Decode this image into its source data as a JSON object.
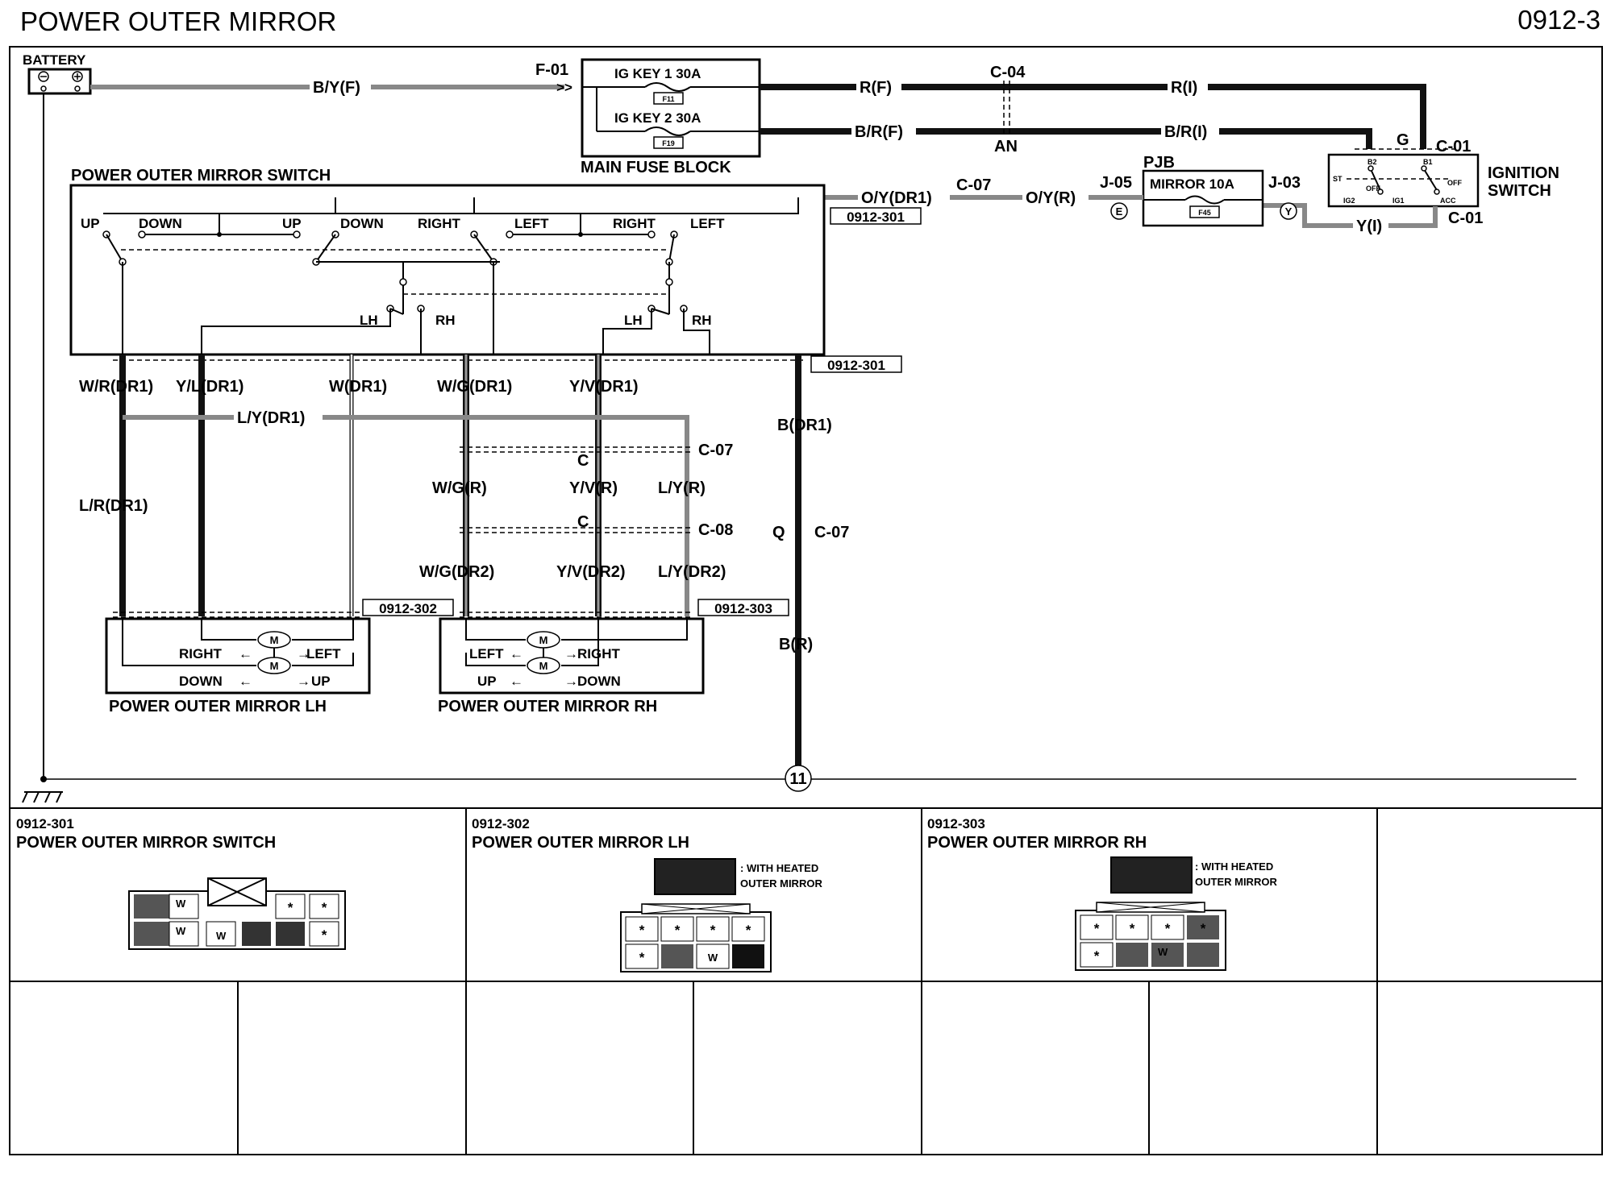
{
  "header": {
    "title": "POWER OUTER MIRROR",
    "page_code": "0912-3"
  },
  "components": {
    "battery": "BATTERY",
    "main_fuse_block": "MAIN FUSE BLOCK",
    "fuse_ig_key1": "IG KEY 1 30A",
    "fuse_ig_key1_id": "F11",
    "fuse_ig_key2": "IG KEY 2 30A",
    "fuse_ig_key2_id": "F19",
    "ignition_switch": [
      "IGNITION",
      "SWITCH"
    ],
    "pjb": "PJB",
    "fuse_mirror": "MIRROR 10A",
    "fuse_mirror_id": "F45",
    "mirror_switch": "POWER OUTER MIRROR SWITCH",
    "mirror_lh": "POWER OUTER MIRROR LH",
    "mirror_rh": "POWER OUTER MIRROR RH",
    "motor": "M",
    "ground_number": "11"
  },
  "ignition_terms": {
    "b2": "B2",
    "b1": "B1",
    "st": "ST",
    "off": "OFF",
    "acc": "ACC",
    "ig2": "IG2",
    "ig1": "IG1"
  },
  "connectors": {
    "f01": "F-01",
    "c04": "C-04",
    "c01_top": "C-01",
    "c01_bottom": "C-01",
    "c07_top": "C-07",
    "j05": "J-05",
    "j03": "J-03",
    "an": "AN",
    "g": "G",
    "e": "E",
    "y": "Y",
    "c07_mid": "C-07",
    "c08": "C-08",
    "c_1": "C",
    "c_2": "C",
    "q": "Q",
    "c07_ground": "C-07",
    "ref_301a": "0912-301",
    "ref_301b": "0912-301",
    "ref_302": "0912-302",
    "ref_303": "0912-303"
  },
  "wires": {
    "by_f": "B/Y(F)",
    "r_f": "R(F)",
    "r_i": "R(I)",
    "br_f": "B/R(F)",
    "br_i": "B/R(I)",
    "oy_dr1": "O/Y(DR1)",
    "oy_r": "O/Y(R)",
    "y_i": "Y(I)",
    "wr_dr1": "W/R(DR1)",
    "yl_dr1": "Y/L(DR1)",
    "w_dr1": "W(DR1)",
    "wg_dr1": "W/G(DR1)",
    "yv_dr1": "Y/V(DR1)",
    "ly_dr1": "L/Y(DR1)",
    "b_dr1": "B(DR1)",
    "lr_dr1": "L/R(DR1)",
    "wg_r": "W/G(R)",
    "yv_r": "Y/V(R)",
    "ly_r": "L/Y(R)",
    "wg_dr2": "W/G(DR2)",
    "yv_dr2": "Y/V(DR2)",
    "ly_dr2": "L/Y(DR2)",
    "b_r": "B(R)"
  },
  "switch_labels": {
    "up1": "UP",
    "down1": "DOWN",
    "up2": "UP",
    "down2": "DOWN",
    "right1": "RIGHT",
    "left1": "LEFT",
    "right2": "RIGHT",
    "left2": "LEFT",
    "lh1": "LH",
    "rh1": "RH",
    "lh2": "LH",
    "rh2": "RH"
  },
  "mirror_lh_labels": {
    "right": "RIGHT",
    "left": "LEFT",
    "down": "DOWN",
    "up": "UP"
  },
  "mirror_rh_labels": {
    "left": "LEFT",
    "right": "RIGHT",
    "up": "UP",
    "down": "DOWN"
  },
  "connector_views": [
    {
      "code": "0912-301",
      "name": "POWER OUTER MIRROR SWITCH"
    },
    {
      "code": "0912-302",
      "name": "POWER OUTER MIRROR LH",
      "note": [
        ": WITH HEATED",
        "OUTER MIRROR"
      ]
    },
    {
      "code": "0912-303",
      "name": "POWER OUTER MIRROR RH",
      "note": [
        ": WITH HEATED",
        "OUTER MIRROR"
      ]
    }
  ],
  "pin_marks": {
    "w": "W",
    "star": "*"
  }
}
